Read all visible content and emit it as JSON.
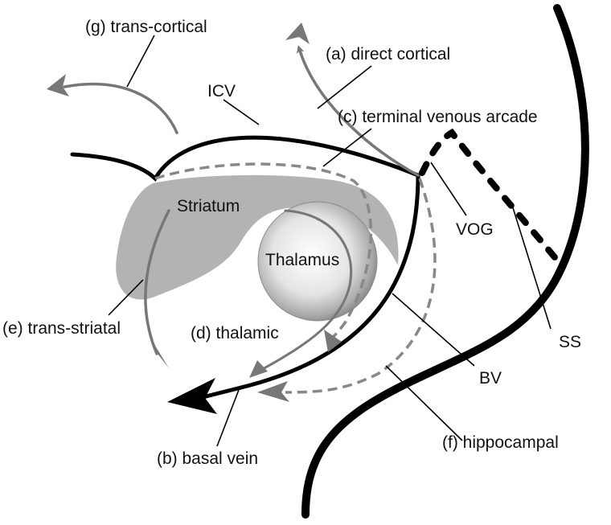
{
  "figure": {
    "type": "anatomical-venous-drainage-diagram",
    "structures": {
      "striatum": "Striatum",
      "thalamus": "Thalamus"
    },
    "labels": {
      "g": "(g) trans-cortical",
      "a": "(a) direct cortical",
      "icv": "ICV",
      "c": "(c) terminal venous arcade",
      "vog": "VOG",
      "ss": "SS",
      "e": "(e) trans-striatal",
      "d": "(d) thalamic",
      "bv": "BV",
      "b": "(b) basal vein",
      "f": "(f) hippocampal"
    },
    "colors": {
      "primary_vein": "#000000",
      "tributary": "#777777",
      "dashed_route": "#888888",
      "striatum_fill": "#b3b3b3",
      "thalamus_fill": "#d9d9d9"
    }
  }
}
